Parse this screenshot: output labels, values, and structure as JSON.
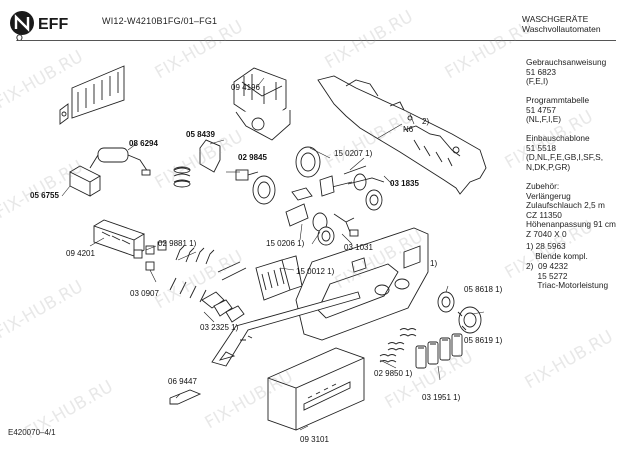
{
  "header": {
    "model": "WI12-W4210B1FG/01–FG1",
    "category_1": "WASCHGERÄTE",
    "category_2": "Waschvollautomaten"
  },
  "footer": {
    "ref": "E420070–4/1"
  },
  "watermark": "FIX-HUB.RU",
  "sidebar": {
    "doc1": "Gebrauchsanweisung\n51 6823\n(F,E,I)",
    "doc2": "Programmtabelle\n51 4757\n(NL,F,I,E)",
    "doc3": "Einbauschablone\n51 5518\n(D,NL,F,E,GB,I,SF,S,\nN,DK,P,GR)",
    "accessories": "Zubehör:\nVerlängerug\nZulaufschlauch 2,5 m\nCZ 11350\nHöhenanpassung 91 cm\nZ 7040 X 0",
    "note1": "1) 28 5963\n    Blende kompl.",
    "note2": "2)  09 4232\n     15 5272\n     Triac-Motorleistung"
  },
  "parts": {
    "p094196": "09 4196",
    "p086294": "08 6294",
    "p058439": "05 8439",
    "p029845": "02 9845",
    "p056755": "05 6755",
    "p150207": "15 0207 1)",
    "p031835": "03 1835",
    "n6": "N6",
    "two": "2)",
    "p094201": "09 4201",
    "p029881": "02 9881 1)",
    "p150206": "15 0206 1)",
    "p031031": "03 1031",
    "p150012": "15 0012 1)",
    "one": "1)",
    "p030907": "03 0907",
    "p032325": "03 2325 1)",
    "p058618": "05 8618 1)",
    "p058619": "05 8619 1)",
    "p069447": "06 9447",
    "p029850": "02 9850 1)",
    "p031951": "03 1951 1)",
    "p093101": "09 3101"
  },
  "colors": {
    "line": "#222222",
    "logo": "#1a1a1a"
  }
}
